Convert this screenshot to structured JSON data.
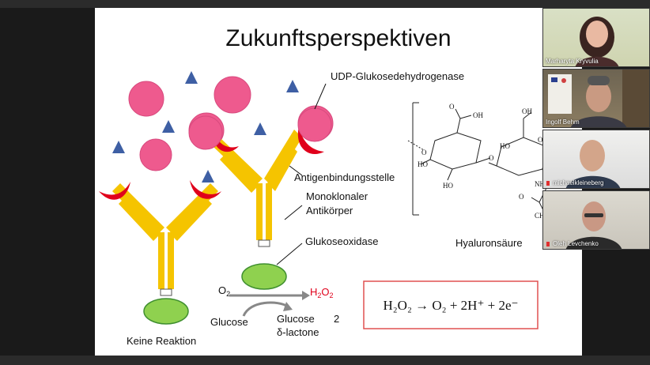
{
  "slide": {
    "title": "Zukunftsperspektiven",
    "labels": {
      "udp": "UDP-Glukosedehydrogenase",
      "antigen": "Antigenbindungsstelle",
      "monoklonal_1": "Monoklonaler",
      "monoklonal_2": "Antikörper",
      "glukoseoxidase": "Glukoseoxidase",
      "hyaluron": "Hyaluronsäure",
      "keine": "Keine Reaktion",
      "o2": "O",
      "o2_sub": "2",
      "h2o2": "H",
      "h2o2_sub1": "2",
      "h2o2_o": "O",
      "h2o2_sub2": "2",
      "glucose": "Glucose",
      "glucose_lactone_1": "Glucose",
      "glucose_lactone_2": "δ-lactone",
      "two": "2",
      "equation": "H₂O₂ → O₂ + 2H⁺ + 2e⁻",
      "chem_oh1": "OH",
      "chem_o1": "O",
      "chem_ho1": "HO",
      "chem_o2": "O",
      "chem_o3": "O",
      "chem_ho2": "HO",
      "chem_oh2": "OH",
      "chem_ho3": "HO",
      "chem_nh": "NH",
      "chem_o4": "O",
      "chem_ch": "CH",
      "chem_o5": "O"
    }
  },
  "participants": [
    {
      "name": "Marharyta Kryvulia"
    },
    {
      "name": "Ingolf Behm"
    },
    {
      "name": "michaelkleineberg"
    },
    {
      "name": "Oleh Levchenko"
    }
  ],
  "colors": {
    "antibody": "#f5c400",
    "binding_site": "#e0001b",
    "antigen_circle": "#ee5a8e",
    "triangle": "#3e5fa4",
    "enzyme": "#8fd14f",
    "h2o2": "#e0001b",
    "equation_border": "#e05050"
  }
}
